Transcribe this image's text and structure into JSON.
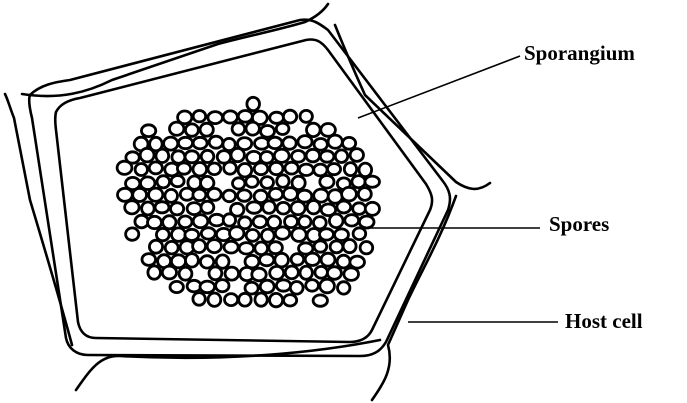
{
  "labels": {
    "sporangium": "Sporangium",
    "spores": "Spores",
    "host_cell": "Host cell"
  },
  "colors": {
    "line": "#000000",
    "background": "#ffffff",
    "spore_fill": "#ffffff"
  }
}
